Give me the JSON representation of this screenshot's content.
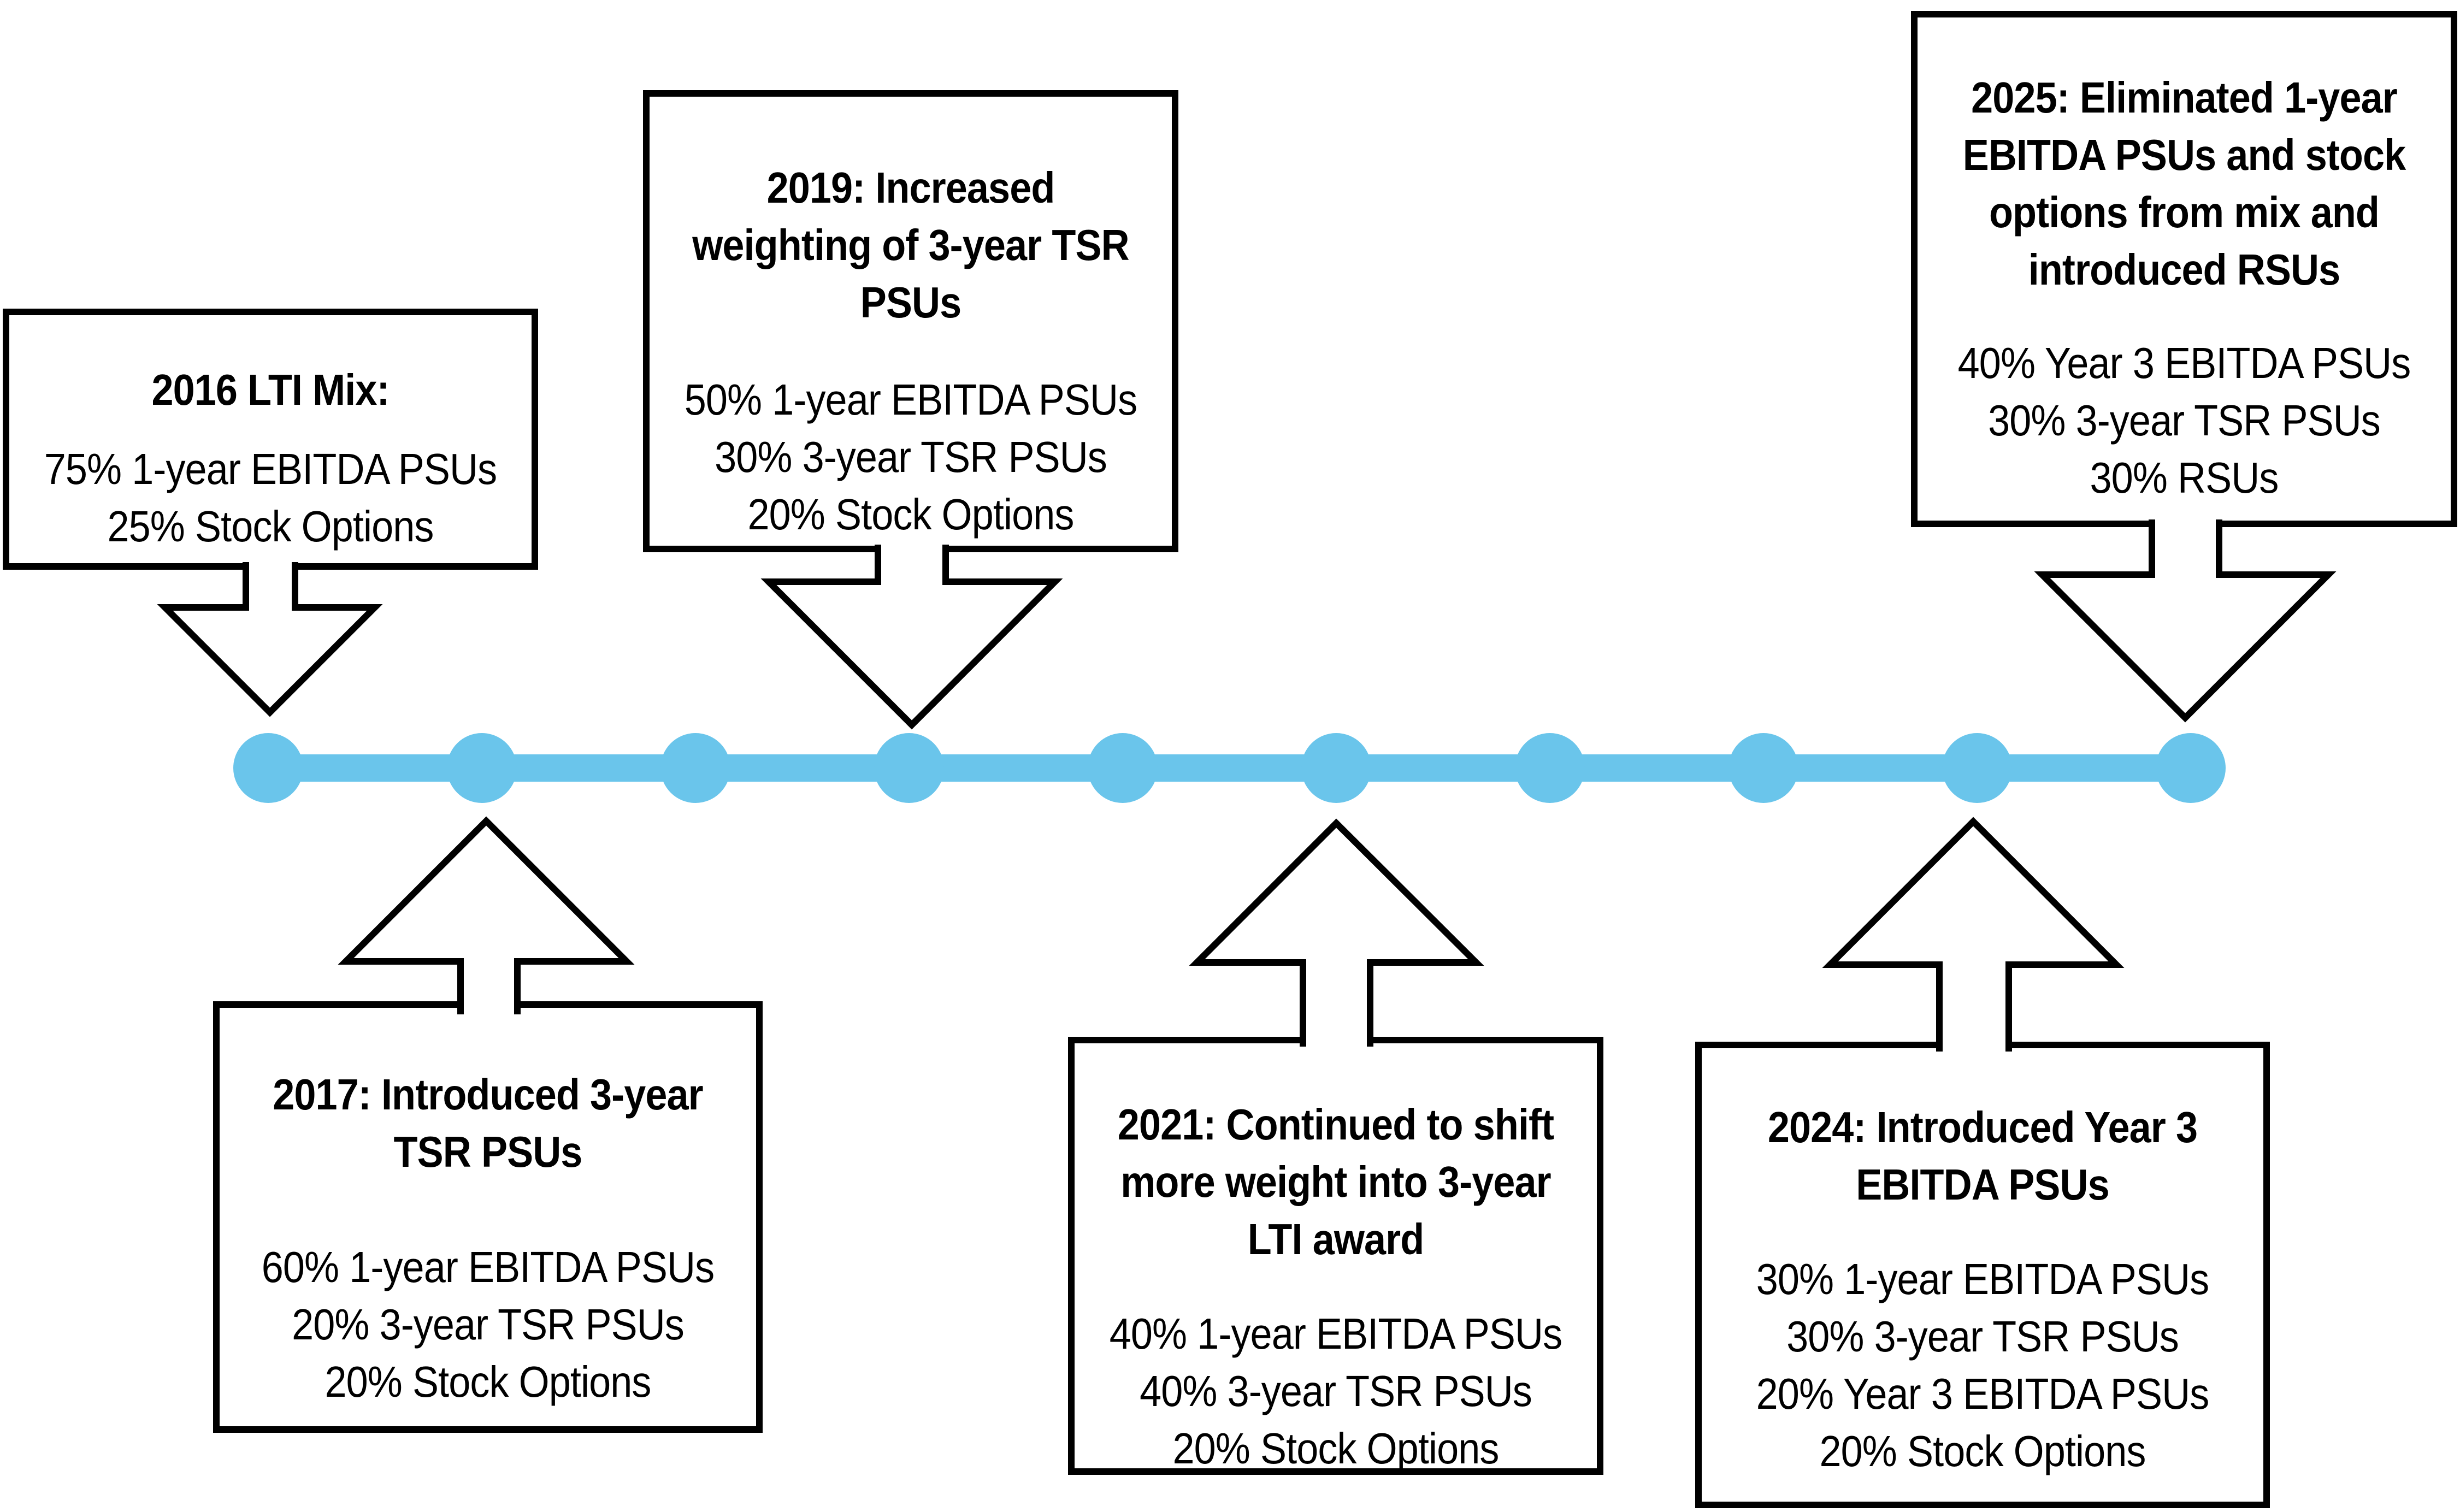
{
  "figure": {
    "background_color": "#ffffff",
    "accent_blue": "#6AC5EB",
    "outline_black": "#000000",
    "description": "LTI mix evolution timeline"
  },
  "timeline": {
    "orientation": "horizontal",
    "dot_count": 10,
    "color": "#6AC5EB"
  },
  "events": [
    {
      "year": "2016",
      "position": "above",
      "title_lines": [
        "2016 LTI Mix:"
      ],
      "items": [
        "75% 1-year EBITDA PSUs",
        "25% Stock Options"
      ]
    },
    {
      "year": "2019",
      "position": "above",
      "title_lines": [
        "2019: Increased",
        "weighting of 3-year TSR",
        "PSUs"
      ],
      "items": [
        "50% 1-year EBITDA PSUs",
        "30% 3-year TSR PSUs",
        "20% Stock Options"
      ]
    },
    {
      "year": "2025",
      "position": "above",
      "title_lines": [
        "2025: Eliminated 1-year",
        "EBITDA PSUs and stock",
        "options from mix and",
        "introduced RSUs"
      ],
      "items": [
        "40% Year 3 EBITDA PSUs",
        "30% 3-year TSR PSUs",
        "30% RSUs"
      ]
    },
    {
      "year": "2017",
      "position": "below",
      "title_lines": [
        "2017: Introduced 3-year",
        "TSR PSUs"
      ],
      "items": [
        "60% 1-year EBITDA PSUs",
        "20% 3-year TSR PSUs",
        "20% Stock Options"
      ]
    },
    {
      "year": "2021",
      "position": "below",
      "title_lines": [
        "2021: Continued to shift",
        "more weight into 3-year",
        "LTI award"
      ],
      "items": [
        "40% 1-year EBITDA PSUs",
        "40% 3-year TSR PSUs",
        "20% Stock Options"
      ]
    },
    {
      "year": "2024",
      "position": "below",
      "title_lines": [
        "2024: Introduced Year 3",
        "EBITDA PSUs"
      ],
      "items": [
        "30% 1-year EBITDA PSUs",
        "30% 3-year TSR PSUs",
        "20% Year 3 EBITDA PSUs",
        "20% Stock Options"
      ]
    }
  ]
}
